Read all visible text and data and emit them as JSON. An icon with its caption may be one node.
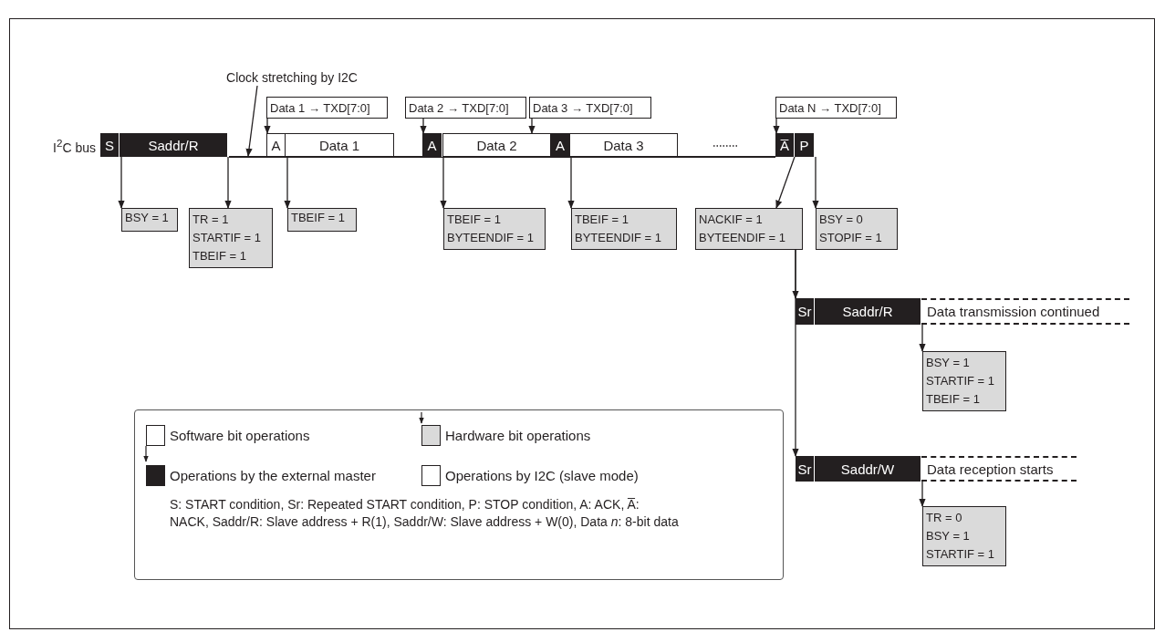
{
  "diagram": {
    "nodes": [
      {
        "text": [
          "Clock stretching by I2C"
        ]
      },
      {
        "text": [
          "Data 1 → TXD[7:0]"
        ]
      },
      {
        "text": [
          "Data 2 → TXD[7:0]"
        ]
      },
      {
        "text": [
          "Data 3 → TXD[7:0]"
        ]
      },
      {
        "text": [
          "Data N → TXD[7:0]"
        ]
      },
      {
        "text": [
          "S"
        ]
      },
      {
        "text": [
          "Saddr/R"
        ]
      },
      {
        "text": [
          "A"
        ]
      },
      {
        "text": [
          "Data 1"
        ]
      },
      {
        "text": [
          "A"
        ]
      },
      {
        "text": [
          "Data 2"
        ]
      },
      {
        "text": [
          "A"
        ]
      },
      {
        "text": [
          "Data 3"
        ]
      },
      {
        "text": [
          "A̅"
        ]
      },
      {
        "text": [
          "P"
        ]
      },
      {
        "text": [
          "BSY = 1"
        ]
      },
      {
        "text": [
          "TR = 1",
          "STARTIF = 1",
          "TBEIF = 1"
        ]
      },
      {
        "text": [
          "TBEIF = 1"
        ]
      },
      {
        "text": [
          "TBEIF = 1",
          "BYTEENDIF = 1"
        ]
      },
      {
        "text": [
          "TBEIF = 1",
          "BYTEENDIF = 1"
        ]
      },
      {
        "text": [
          "NACKIF = 1",
          "BYTEENDIF = 1"
        ]
      },
      {
        "text": [
          "BSY = 0",
          "STOPIF = 1"
        ]
      },
      {
        "text": [
          "Sr"
        ]
      },
      {
        "text": [
          "Saddr/R"
        ]
      },
      {
        "text": [
          "Data transmission continued"
        ]
      },
      {
        "text": [
          "BSY = 1",
          "STARTIF = 1",
          "TBEIF = 1"
        ]
      },
      {
        "text": [
          "Sr"
        ]
      },
      {
        "text": [
          "Saddr/W"
        ]
      },
      {
        "text": [
          "Data reception starts"
        ]
      },
      {
        "text": [
          "TR = 0",
          "BSY = 1",
          "STARTIF = 1"
        ]
      },
      {
        "text": [],
        "shape": "bar"
      }
    ],
    "edges": [
      {
        "from": 0,
        "to": 30,
        "arrow": "to"
      },
      {
        "from": 1,
        "to": 7,
        "arrow": "to"
      },
      {
        "from": 2,
        "to": 9,
        "arrow": "to"
      },
      {
        "from": 3,
        "to": 10,
        "arrow": "to"
      },
      {
        "from": 4,
        "to": 13,
        "arrow": "to"
      },
      {
        "from": 5,
        "to": 15,
        "arrow": "to"
      },
      {
        "from": 6,
        "to": 16,
        "arrow": "to"
      },
      {
        "from": 7,
        "to": 17,
        "arrow": "to"
      },
      {
        "from": 9,
        "to": 18,
        "arrow": "to"
      },
      {
        "from": 11,
        "to": 19,
        "arrow": "to"
      },
      {
        "from": 13,
        "to": 20,
        "arrow": "to"
      },
      {
        "from": 14,
        "to": 21,
        "arrow": "to"
      },
      {
        "from": 20,
        "to": 22,
        "arrow": "to"
      },
      {
        "from": 20,
        "to": 26,
        "arrow": "to"
      },
      {
        "from": 23,
        "to": 25,
        "arrow": "to"
      },
      {
        "from": 27,
        "to": 29,
        "arrow": "to"
      }
    ],
    "labels": [
      "I$^{2}$C bus",
      "S: START condition, Sr: Repeated START condition, P: STOP condition, A: ACK, A̅: NACK, Saddr/R: Slave address + R(1), Saddr/W: Slave address + W(0), Data *n*: 8-bit data"
    ],
    "legend": [
      {
        "text": "Software bit operations"
      },
      {
        "text": "Hardware bit operations"
      },
      {
        "text": "Operations by the external master",
        "color": "#231f20"
      },
      {
        "text": "Operations by I2C (slave mode)",
        "color": "#ffffff"
      }
    ]
  }
}
